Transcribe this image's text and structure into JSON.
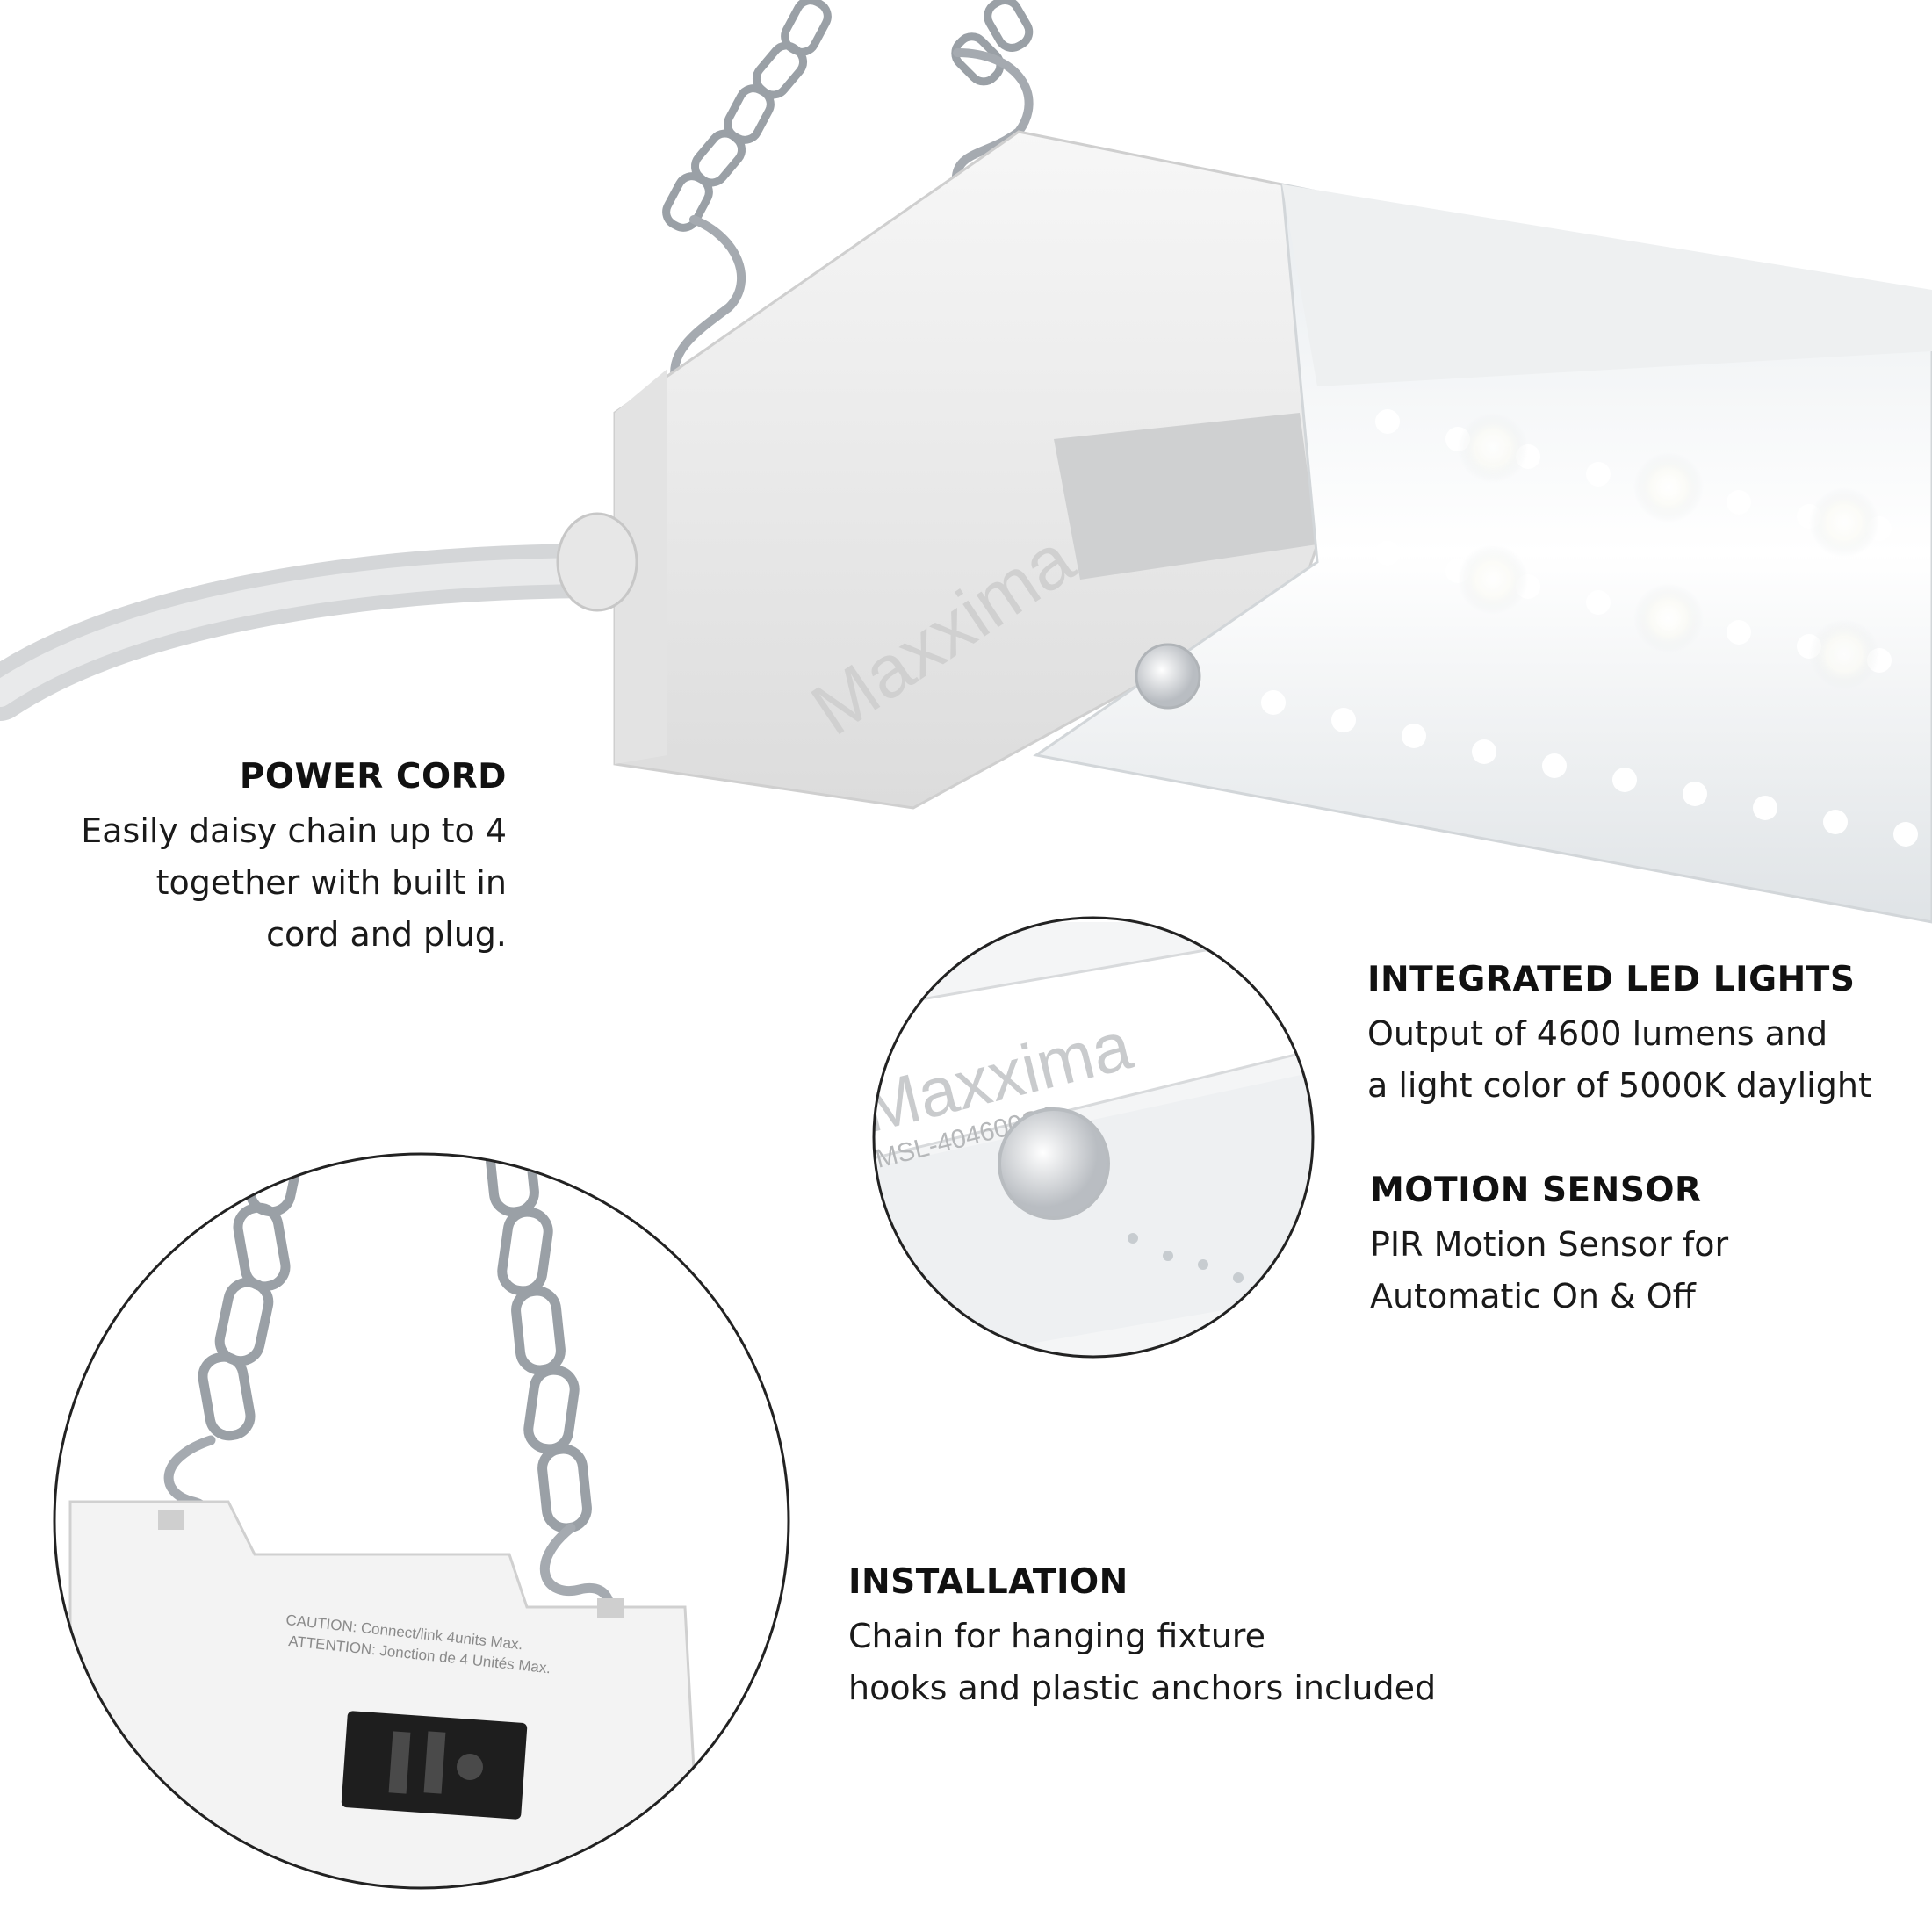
{
  "product": {
    "brand": "Maxxima",
    "model": "MSL-404600SC",
    "label_caution_en": "CAUTION: Connect/link 4units Max.",
    "label_caution_fr": "ATTENTION: Jonction de 4 Unités Max."
  },
  "features": {
    "power_cord": {
      "title": "POWER CORD",
      "desc": "Easily daisy chain up to 4\ntogether with built in\ncord and plug."
    },
    "integrated_led": {
      "title": "INTEGRATED LED LIGHTS",
      "desc": "Output of 4600 lumens and\na light color of 5000K daylight"
    },
    "motion_sensor": {
      "title": "MOTION SENSOR",
      "desc": "PIR Motion Sensor for\nAutomatic On & Off"
    },
    "installation": {
      "title": "INSTALLATION",
      "desc": "Chain for hanging fixture\nhooks and plastic anchors included"
    }
  },
  "icons": [
    "chain-icon",
    "s-hook-icon",
    "power-cord-icon",
    "motion-sensor-icon",
    "led-array-icon",
    "outlet-icon"
  ]
}
